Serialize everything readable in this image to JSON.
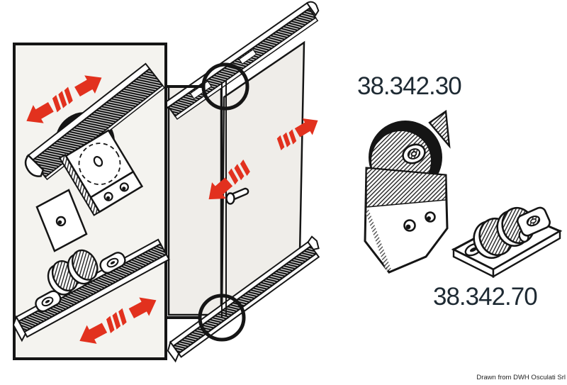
{
  "illustration": {
    "caption": "Drawn from DWH Osculati Srl",
    "parts": [
      {
        "number": "38.342.30",
        "name": "hanger-roller-with-bracket"
      },
      {
        "number": "38.342.70",
        "name": "twin-roller-bottom-guide"
      }
    ],
    "icons": [
      "slide-direction-double-arrow",
      "slide-right-arrow",
      "slide-left-arrow",
      "magnifier-circle"
    ],
    "colors": {
      "arrow_red": "#e2311e",
      "ink": "#151515",
      "label_ink": "#1e2a33",
      "panel_fill": "#efede9",
      "inset_fill": "#f4f3ef",
      "canvas_bg": "#ffffff"
    }
  }
}
